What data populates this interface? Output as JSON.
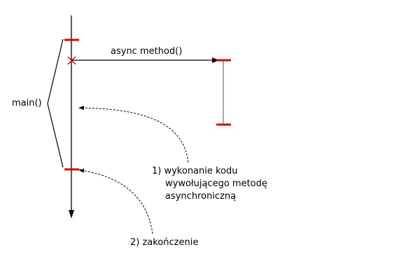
{
  "diagram": {
    "main_label": "main()",
    "call_label": "async method()",
    "notes": {
      "step1_lines": [
        "1) wykonanie kodu",
        "wywołującego metodę",
        "asynchroniczną"
      ],
      "step2": "2) zakończenie"
    },
    "colors": {
      "line": "#000000",
      "marker": "#e00000",
      "thin_line": "#555555"
    }
  }
}
